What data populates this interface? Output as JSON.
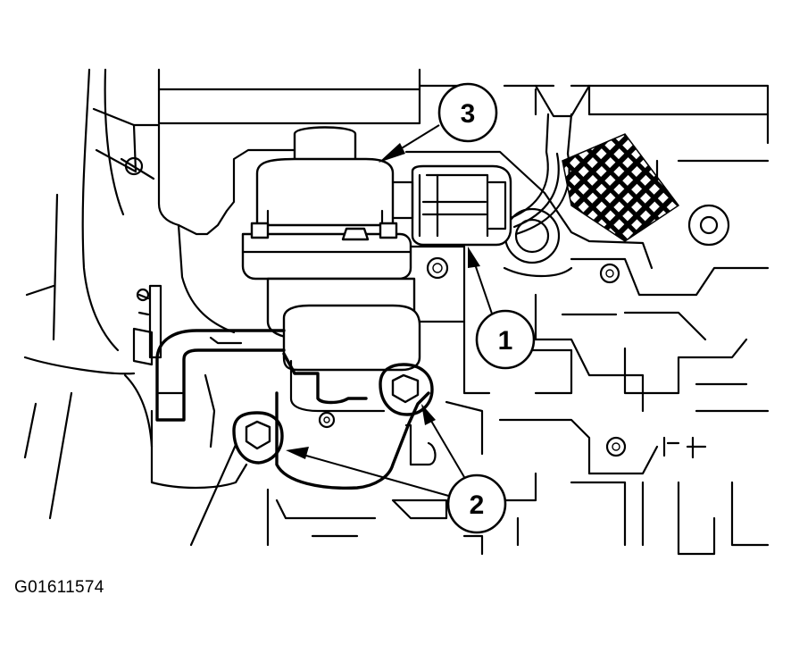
{
  "callouts": {
    "one": "1",
    "two": "2",
    "three": "3"
  },
  "figure_code": "G01611574"
}
